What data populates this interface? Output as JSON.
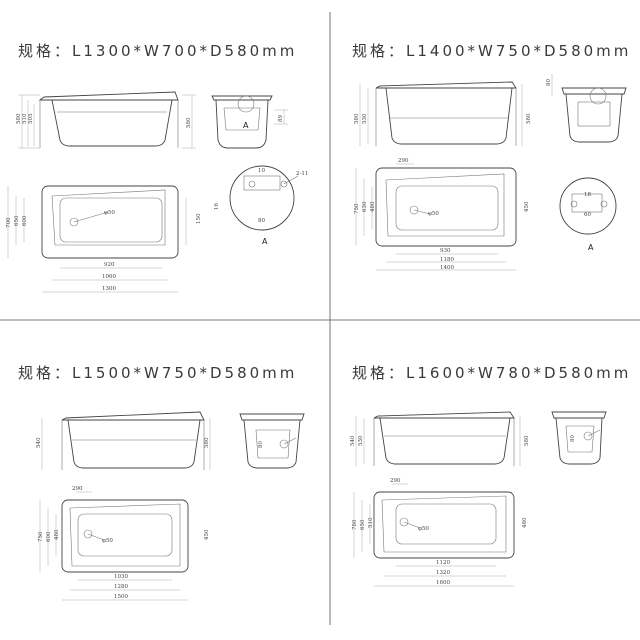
{
  "panels": [
    {
      "title": "规格：L1300*W700*D580mm",
      "side": {
        "d1": "580",
        "d2": "510",
        "d3": "505"
      },
      "end": {
        "h": "580",
        "h2": "89",
        "label": "A"
      },
      "plan": {
        "w": "700",
        "w2": "650",
        "w3": "600",
        "drain": "φ50",
        "l1": "920",
        "l2": "1060",
        "l3": "1300",
        "side": "150",
        "small": "16"
      },
      "detail": {
        "a": "10",
        "b": "80",
        "c": "2-11",
        "label": "A"
      }
    },
    {
      "title": "规格：L1400*W750*D580mm",
      "side": {
        "d1": "580",
        "d2": "530",
        "d3": "580",
        "h2": "80"
      },
      "plan": {
        "w": "750",
        "w2": "630",
        "w3": "480",
        "drain": "φ50",
        "offset": "290",
        "l1": "930",
        "l2": "1180",
        "l3": "1400",
        "side": "450"
      },
      "detail": {
        "a": "18",
        "b": "60",
        "label": "A"
      }
    },
    {
      "title": "规格：L1500*W750*D580mm",
      "side": {
        "d1": "540",
        "h": "580"
      },
      "end": {
        "a": "80"
      },
      "plan": {
        "w": "750",
        "w2": "600",
        "w3": "480",
        "drain": "φ50",
        "offset": "290",
        "l1": "1030",
        "l2": "1280",
        "l3": "1500",
        "side": "450"
      }
    },
    {
      "title": "规格：L1600*W780*D580mm",
      "side": {
        "d1": "540",
        "d2": "530",
        "h": "580"
      },
      "end": {
        "a": "80"
      },
      "plan": {
        "w": "780",
        "w2": "650",
        "w3": "510",
        "drain": "φ50",
        "offset": "290",
        "l1": "1120",
        "l2": "1320",
        "l3": "1600",
        "side": "480"
      }
    }
  ]
}
